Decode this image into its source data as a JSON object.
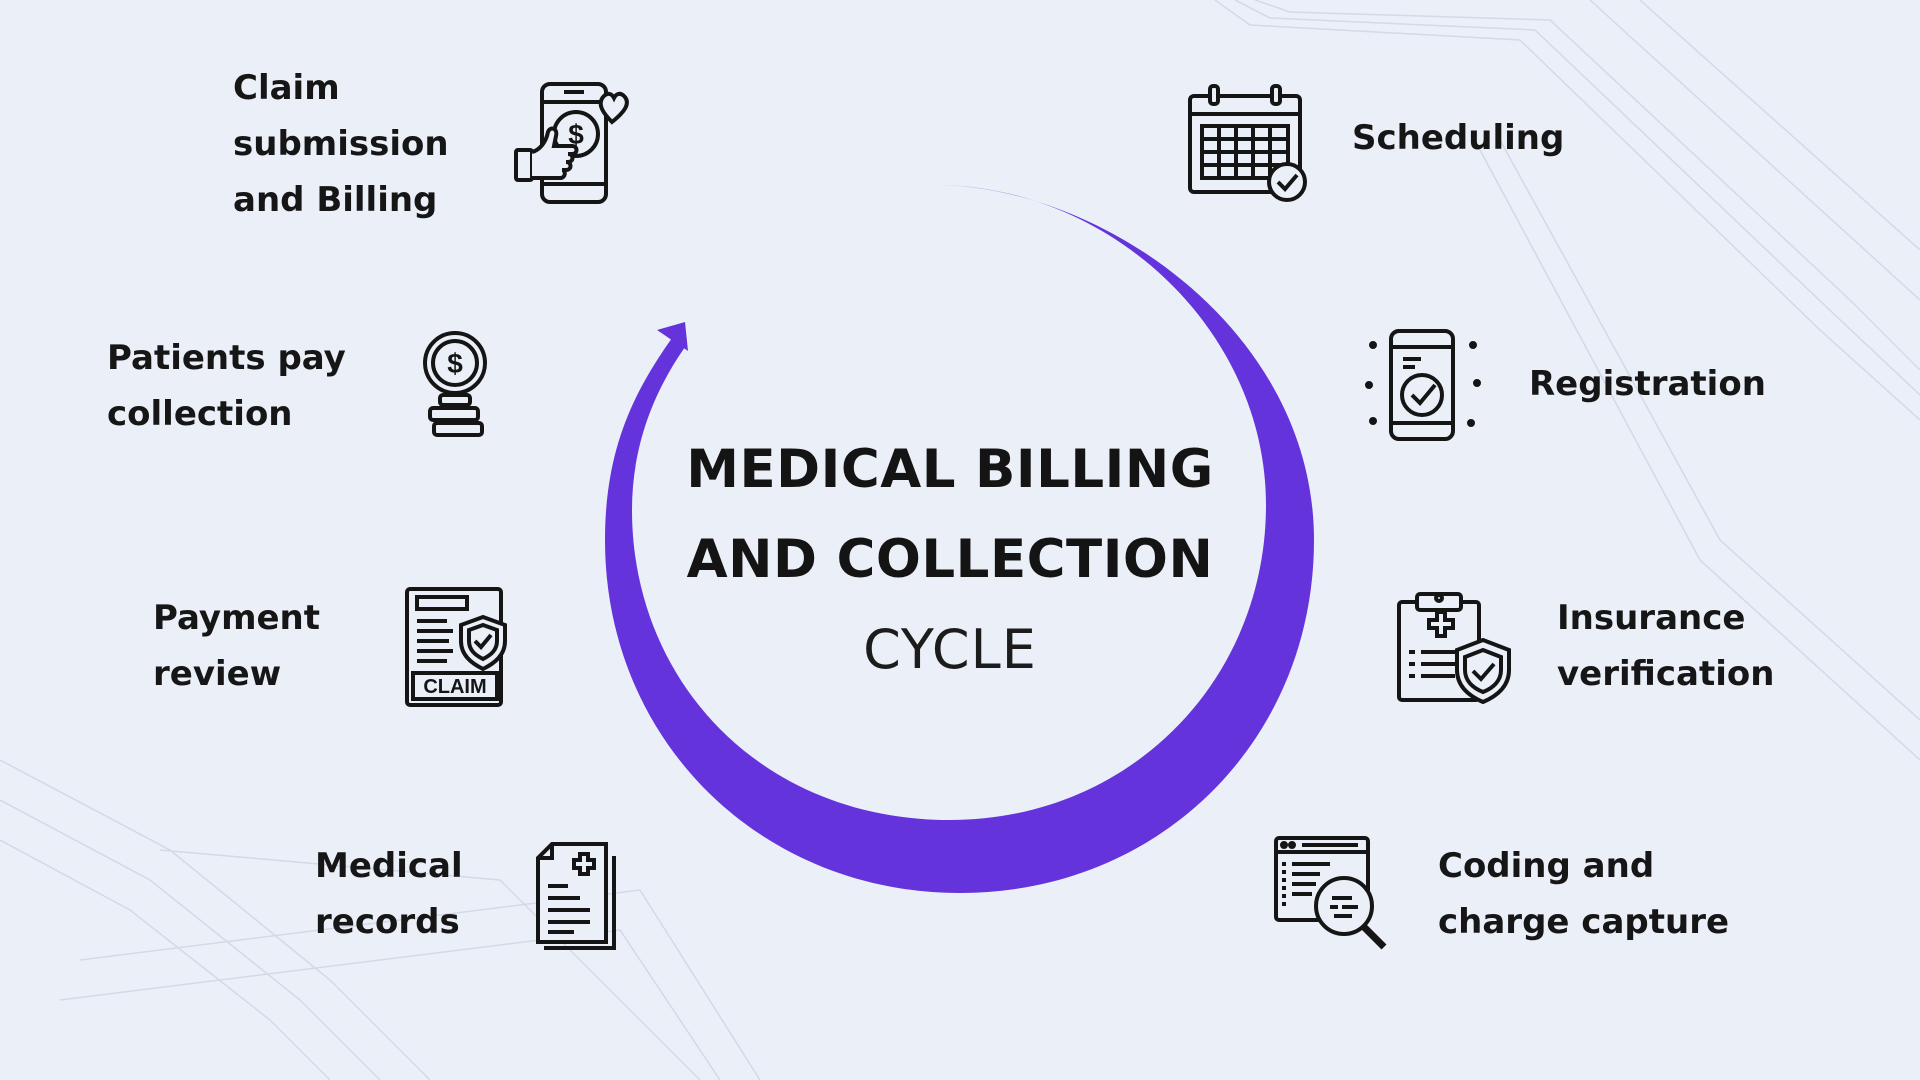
{
  "title": {
    "line1": "MEDICAL BILLING",
    "line2": "AND COLLECTION",
    "line3": "CYCLE"
  },
  "steps": [
    {
      "label": "Scheduling",
      "icon": "calendar-check-icon"
    },
    {
      "label": "Registration",
      "icon": "phone-check-icon"
    },
    {
      "label": "Insurance\nverification",
      "icon": "clipboard-shield-icon"
    },
    {
      "label": "Coding and\ncharge capture",
      "icon": "code-search-icon"
    },
    {
      "label": "Medical\nrecords",
      "icon": "medical-document-icon"
    },
    {
      "label": "Payment\nreview",
      "icon": "claim-document-icon"
    },
    {
      "label": "Patients pay\ncollection",
      "icon": "coin-stack-icon"
    },
    {
      "label": "Claim\nsubmission\nand Billing",
      "icon": "phone-payment-icon"
    }
  ],
  "colors": {
    "background": "#eaeff8",
    "arrow": "#6533dc",
    "text": "#141414"
  }
}
